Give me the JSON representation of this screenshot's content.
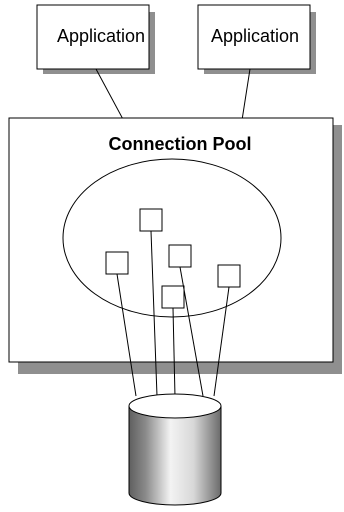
{
  "diagram": {
    "applications": [
      {
        "label": "Application"
      },
      {
        "label": "Application"
      }
    ],
    "pool": {
      "title": "Connection Pool"
    },
    "colors": {
      "stroke": "#000000",
      "fill": "#ffffff",
      "shadow": "#8f8f8f",
      "cylinder_dark": "#666666",
      "cylinder_light": "#f4f4f4"
    },
    "icons": {
      "database": "database-cylinder-icon",
      "connection": "connection-square-icon"
    }
  }
}
